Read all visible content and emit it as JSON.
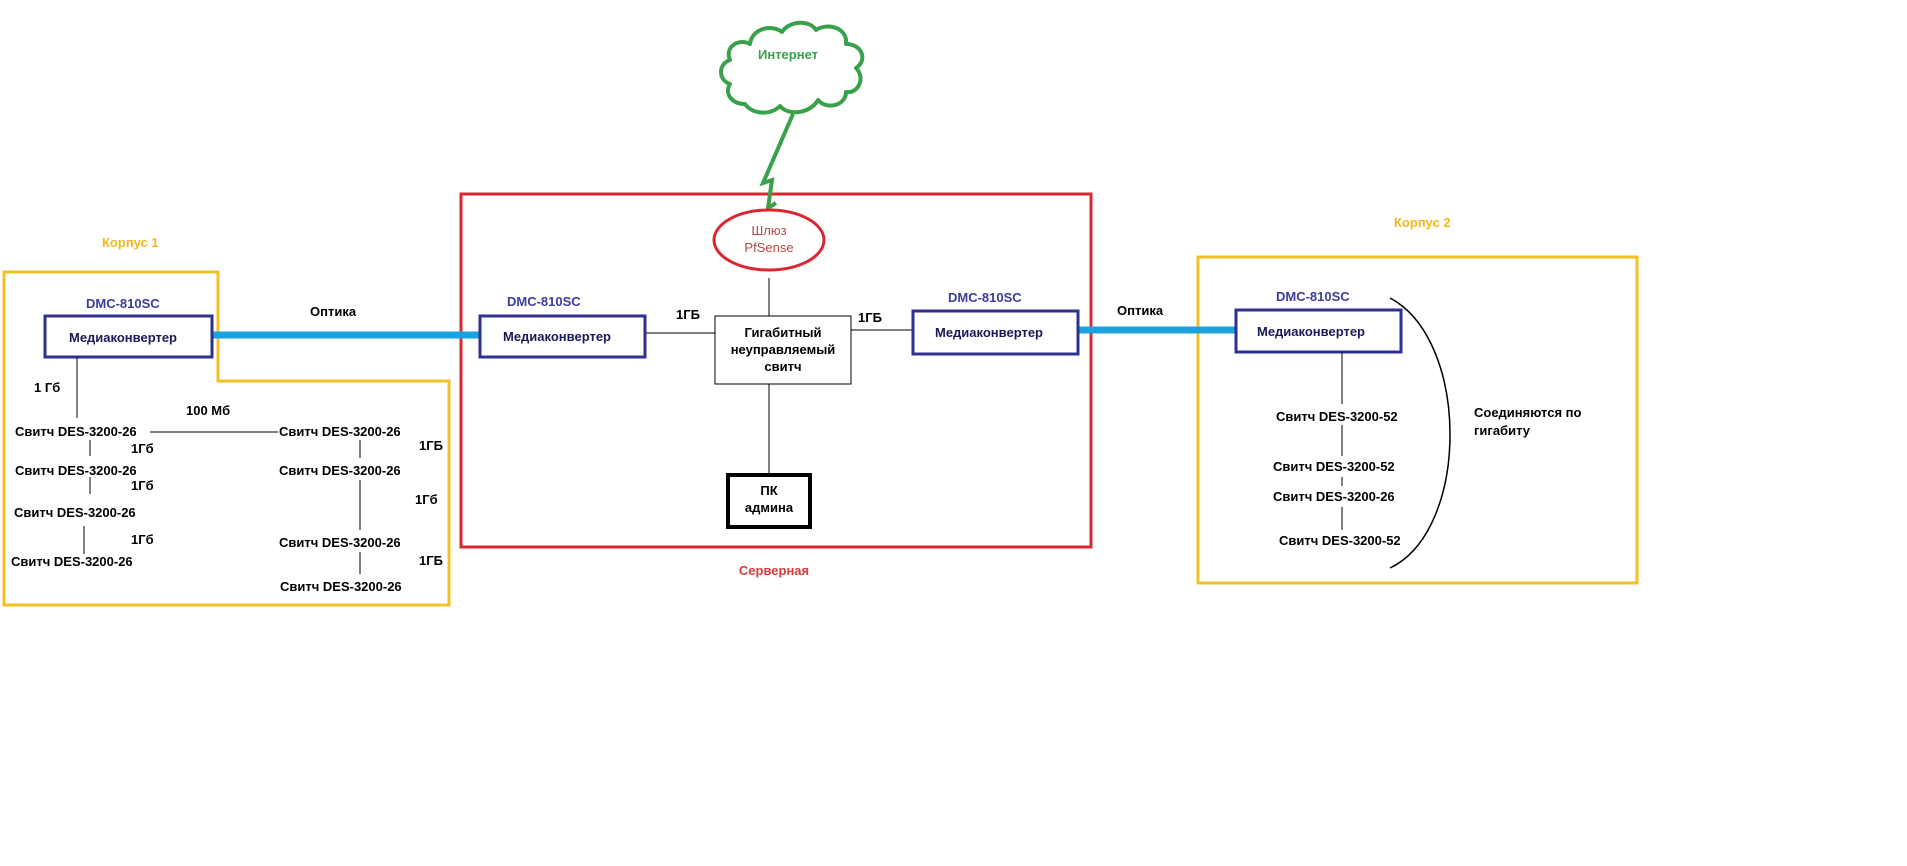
{
  "colors": {
    "building_border": "#f5c026",
    "server_border": "#d9282f",
    "converter_border": "#2f3192",
    "optic_line": "#1aa3de",
    "cloud": "#3aa14b",
    "gateway": "#d9282f",
    "text_yellow": "#f2b81b",
    "text_blue": "#3c3c9c",
    "text_red": "#d83b38"
  },
  "internet": {
    "label": "Интернет",
    "icon": "cloud-icon"
  },
  "server_room": {
    "label": "Серверная",
    "gateway": {
      "line1": "Шлюз",
      "line2": "PfSense"
    },
    "core_switch": {
      "line1": "Гигабитный",
      "line2": "неуправляемый",
      "line3": "свитч"
    },
    "admin_pc": {
      "line1": "ПК",
      "line2": "админа"
    },
    "left_converter": {
      "model": "DMC-810SC",
      "label": "Медиаконвертер"
    },
    "right_converter": {
      "model": "DMC-810SC",
      "label": "Медиаконвертер"
    },
    "left_link_speed": "1ГБ",
    "right_link_speed": "1ГБ"
  },
  "building1": {
    "title": "Корпус 1",
    "converter": {
      "model": "DMC-810SC",
      "label": "Медиаконвертер"
    },
    "optic_label": "Оптика",
    "uplink_speed": "1 Гб",
    "inter_link_speed": "100 Мб",
    "left_stack": [
      "Свитч DES-3200-26",
      "Свитч DES-3200-26",
      "Свитч DES-3200-26",
      "Свитч DES-3200-26"
    ],
    "left_speeds": [
      "1Гб",
      "1Гб",
      "1Гб"
    ],
    "right_stack": [
      "Свитч DES-3200-26",
      "Свитч DES-3200-26",
      "Свитч DES-3200-26",
      "Свитч DES-3200-26"
    ],
    "right_speeds": [
      "1ГБ",
      "1Гб",
      "1ГБ"
    ]
  },
  "building2": {
    "title": "Корпус 2",
    "converter": {
      "model": "DMC-810SC",
      "label": "Медиаконвертер"
    },
    "optic_label": "Оптика",
    "stack": [
      "Свитч DES-3200-52",
      "Свитч DES-3200-52",
      "Свитч DES-3200-26",
      "Свитч DES-3200-52"
    ],
    "bracket_note_line1": "Соединяются по",
    "bracket_note_line2": "гигабиту"
  }
}
